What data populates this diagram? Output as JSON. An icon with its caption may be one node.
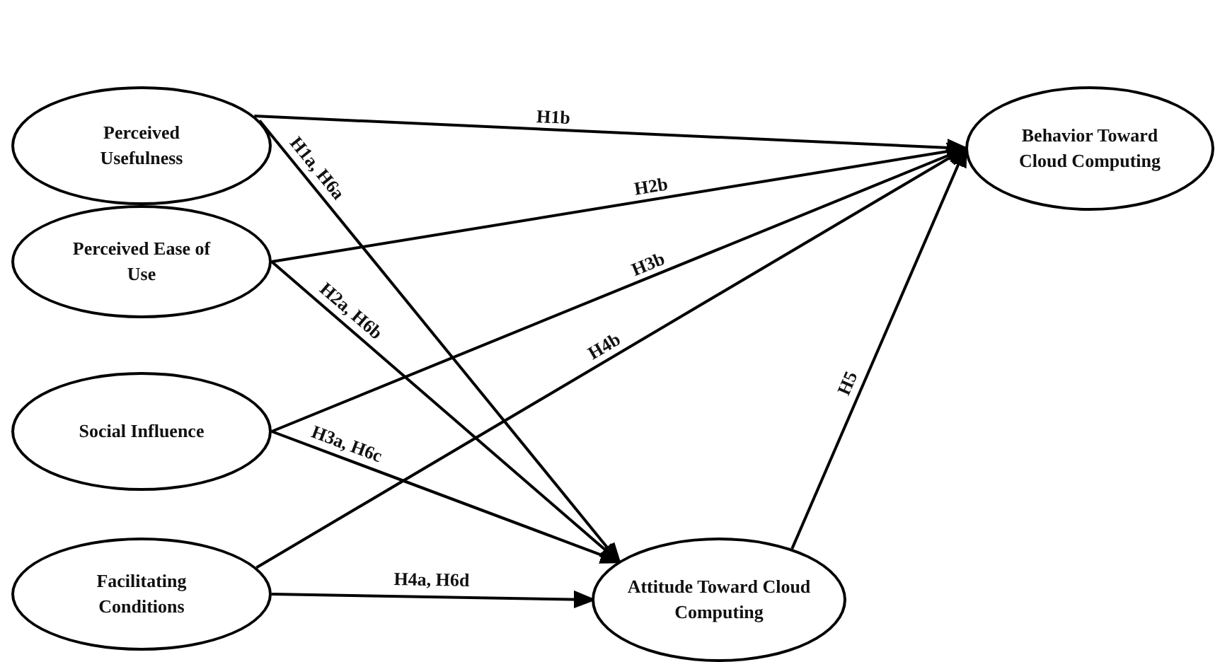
{
  "diagram": {
    "nodes": [
      {
        "text": [
          "Perceived Usefulness"
        ]
      },
      {
        "text": [
          "Perceived Ease of Use"
        ]
      },
      {
        "text": [
          "Social Influence"
        ]
      },
      {
        "text": [
          "Facilitating Conditions"
        ]
      },
      {
        "text": [
          "Behavior Toward Cloud Computing"
        ]
      },
      {
        "text": [
          "Attitude Toward Cloud Computing"
        ]
      }
    ],
    "edges": [
      {
        "from": 0,
        "to": 4,
        "arrow": "to",
        "label": "H1b"
      },
      {
        "from": 0,
        "to": 5,
        "arrow": "to",
        "label": "H1a, H6a"
      },
      {
        "from": 1,
        "to": 4,
        "arrow": "to",
        "label": "H2b"
      },
      {
        "from": 1,
        "to": 5,
        "arrow": "to",
        "label": "H2a, H6b"
      },
      {
        "from": 2,
        "to": 4,
        "arrow": "to",
        "label": "H3b"
      },
      {
        "from": 2,
        "to": 5,
        "arrow": "to",
        "label": "H3a, H6c"
      },
      {
        "from": 3,
        "to": 4,
        "arrow": "to",
        "label": "H4b"
      },
      {
        "from": 3,
        "to": 5,
        "arrow": "to",
        "label": "H4a, H6d"
      },
      {
        "from": 5,
        "to": 4,
        "arrow": "to",
        "label": "H5"
      }
    ]
  }
}
